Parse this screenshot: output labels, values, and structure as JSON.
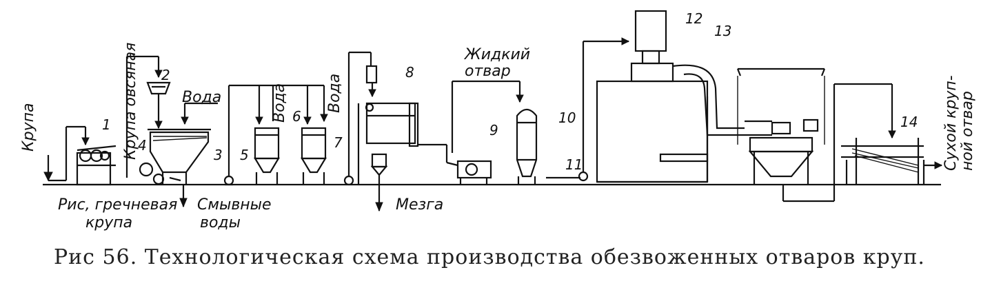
{
  "caption": "Рис 56. Технологическая схема производства обезвоженных отваров круп.",
  "labels": {
    "krupa": "Крупа",
    "ris_1": "Рис, гречневая",
    "ris_2": "крупа",
    "krupa_ovsyanaya": "Крупа овсяная",
    "voda_top": "Вода",
    "voda_9a": "Вода",
    "voda_right": "Вода",
    "smyvnye_1": "Смывные",
    "smyvnye_2": "воды",
    "mezga": "Мезга",
    "zhidkiy_1": "Жидкий",
    "zhidkiy_2": "отвар",
    "sukhoy_1": "Сухой круп-",
    "sukhoy_2": "ной отвар"
  },
  "numbers": [
    "1",
    "2",
    "3",
    "4",
    "5",
    "6",
    "7",
    "8",
    "9",
    "10",
    "11",
    "12",
    "13",
    "14"
  ]
}
